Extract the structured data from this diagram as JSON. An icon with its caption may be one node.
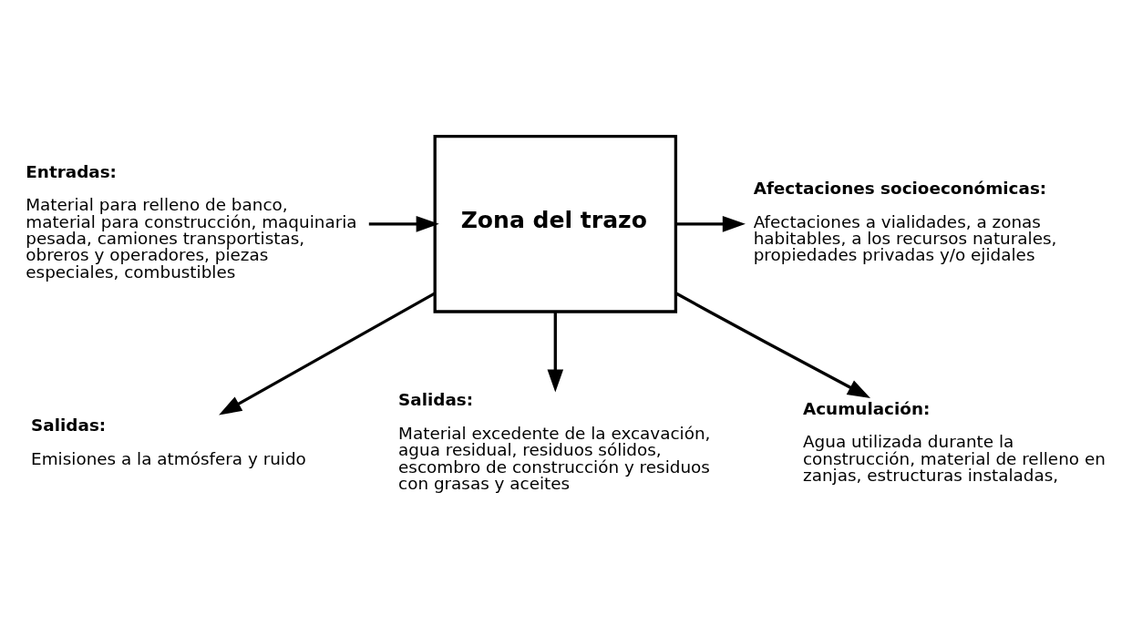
{
  "diagram": {
    "nodes": [
      {
        "text": [
          "Salidas:",
          "Emisiones a la atmósfera y ruido"
        ]
      },
      {
        "text": [
          "Salidas:",
          "Material excedente de la excavación, agua residual, residuos sólidos, escombro de construcción y residuos con grasas y aceites"
        ]
      },
      {
        "text": [
          "Entradas:",
          "Material para relleno de banco, material para construcción, maquinaria pesada, camiones transportistas, obreros y operadores, piezas especiales, combustibles"
        ]
      },
      {
        "text": [
          "Zona del trazo"
        ]
      },
      {
        "text": [
          "Afectaciones socioeconómicas:",
          "Afectaciones a vialidades, a zonas habitables, a los recursos naturales, propiedades privadas y/o ejidales"
        ]
      },
      {
        "text": [
          "Acumulación:",
          "Agua utilizada durante la construcción, material de relleno en zanjas, estructuras instaladas,"
        ]
      }
    ],
    "edges": [
      {
        "from": 2,
        "to": 3,
        "arrow": "to"
      },
      {
        "from": 3,
        "to": 0,
        "arrow": "to"
      },
      {
        "from": 3,
        "to": 1,
        "arrow": "to"
      },
      {
        "from": 3,
        "to": 4,
        "arrow": "to"
      },
      {
        "from": 3,
        "to": 5,
        "arrow": "to"
      }
    ]
  }
}
